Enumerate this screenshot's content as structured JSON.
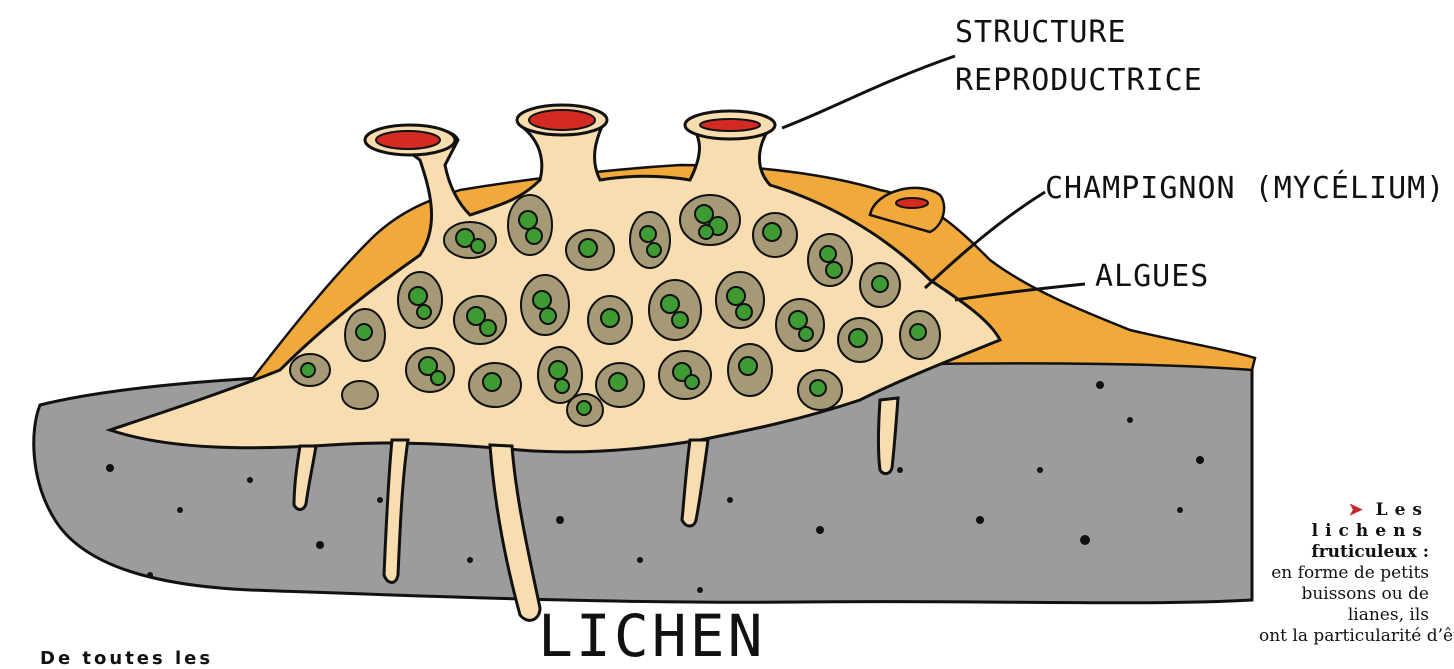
{
  "labels": {
    "structure_line1": "STRUCTURE",
    "structure_line2": "REPRODUCTRICE",
    "champignon": "CHAMPIGNON (MYCÉLIUM)",
    "algues": "ALGUES",
    "lichen": "LICHEN"
  },
  "side_text": {
    "arrow": "➤",
    "heading_1": "Les",
    "heading_2": "lichens",
    "heading_3": "fruticuleux :",
    "body_1": "en forme de petits",
    "body_2": "buissons ou de lianes, ils",
    "body_3": "ont la particularité d’être atta-"
  },
  "bottom_text": "De toutes les",
  "colors": {
    "rock": "#9c9c9c",
    "thallus": "#f8ddb0",
    "fungus_crust": "#f0a93a",
    "algae_cell": "#3e9a32",
    "alga_pocket": "#a69a76",
    "reproductive": "#d42a24",
    "accent_arrow": "#c0282e"
  }
}
